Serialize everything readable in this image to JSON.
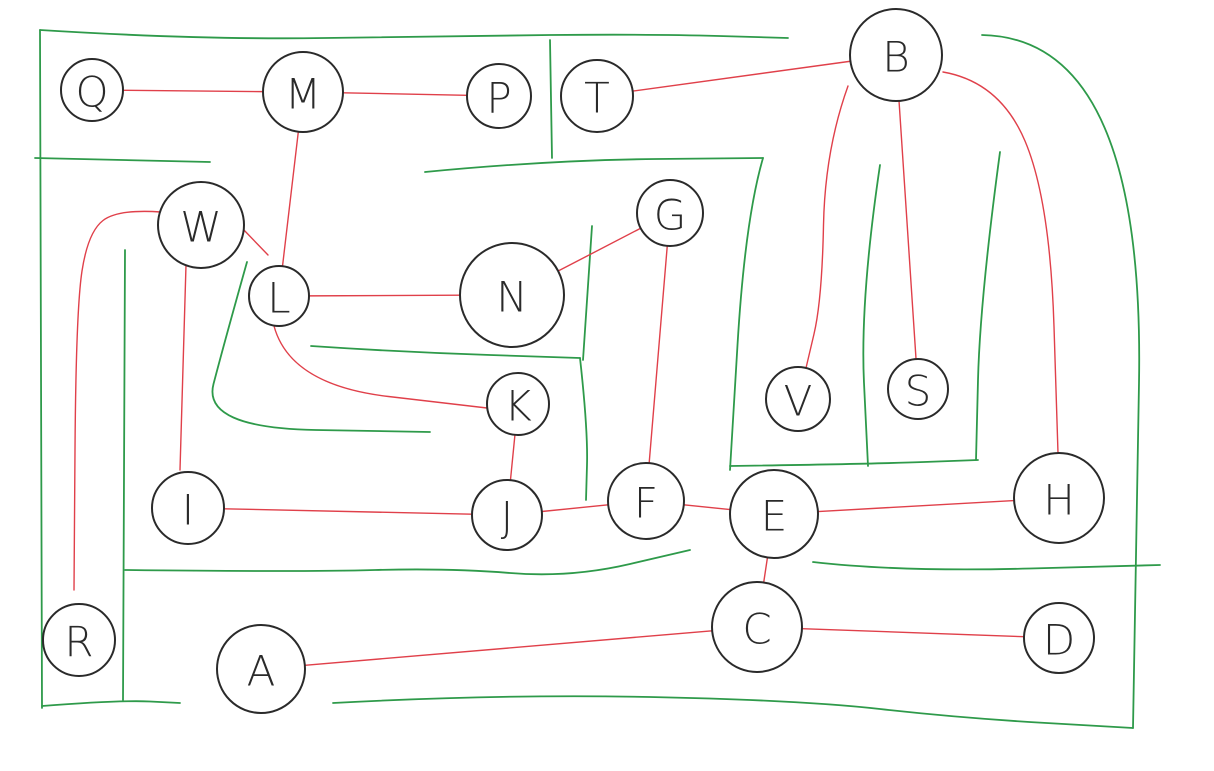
{
  "colors": {
    "background": "#ffffff",
    "wall": "#2e9a4a",
    "edge": "#e0404a",
    "node_stroke": "#2a2a2a",
    "label": "#2a2a2a"
  },
  "nodes": [
    {
      "id": "Q",
      "label": "Q"
    },
    {
      "id": "M",
      "label": "M"
    },
    {
      "id": "P",
      "label": "P"
    },
    {
      "id": "T",
      "label": "T"
    },
    {
      "id": "B",
      "label": "B"
    },
    {
      "id": "W",
      "label": "W"
    },
    {
      "id": "L",
      "label": "L"
    },
    {
      "id": "N",
      "label": "N"
    },
    {
      "id": "G",
      "label": "G"
    },
    {
      "id": "K",
      "label": "K"
    },
    {
      "id": "V",
      "label": "V"
    },
    {
      "id": "S",
      "label": "S"
    },
    {
      "id": "I",
      "label": "I"
    },
    {
      "id": "J",
      "label": "J"
    },
    {
      "id": "F",
      "label": "F"
    },
    {
      "id": "E",
      "label": "E"
    },
    {
      "id": "H",
      "label": "H"
    },
    {
      "id": "R",
      "label": "R"
    },
    {
      "id": "A",
      "label": "A"
    },
    {
      "id": "C",
      "label": "C"
    },
    {
      "id": "D",
      "label": "D"
    }
  ],
  "edges": [
    {
      "from": "Q",
      "to": "M"
    },
    {
      "from": "M",
      "to": "P"
    },
    {
      "from": "M",
      "to": "L"
    },
    {
      "from": "T",
      "to": "B"
    },
    {
      "from": "B",
      "to": "V"
    },
    {
      "from": "B",
      "to": "S"
    },
    {
      "from": "B",
      "to": "H"
    },
    {
      "from": "W",
      "to": "L"
    },
    {
      "from": "W",
      "to": "I"
    },
    {
      "from": "W",
      "to": "R"
    },
    {
      "from": "L",
      "to": "N"
    },
    {
      "from": "L",
      "to": "K"
    },
    {
      "from": "N",
      "to": "G"
    },
    {
      "from": "G",
      "to": "F"
    },
    {
      "from": "K",
      "to": "J"
    },
    {
      "from": "I",
      "to": "J"
    },
    {
      "from": "J",
      "to": "F"
    },
    {
      "from": "F",
      "to": "E"
    },
    {
      "from": "E",
      "to": "H"
    },
    {
      "from": "E",
      "to": "C"
    },
    {
      "from": "A",
      "to": "C"
    },
    {
      "from": "C",
      "to": "D"
    }
  ]
}
